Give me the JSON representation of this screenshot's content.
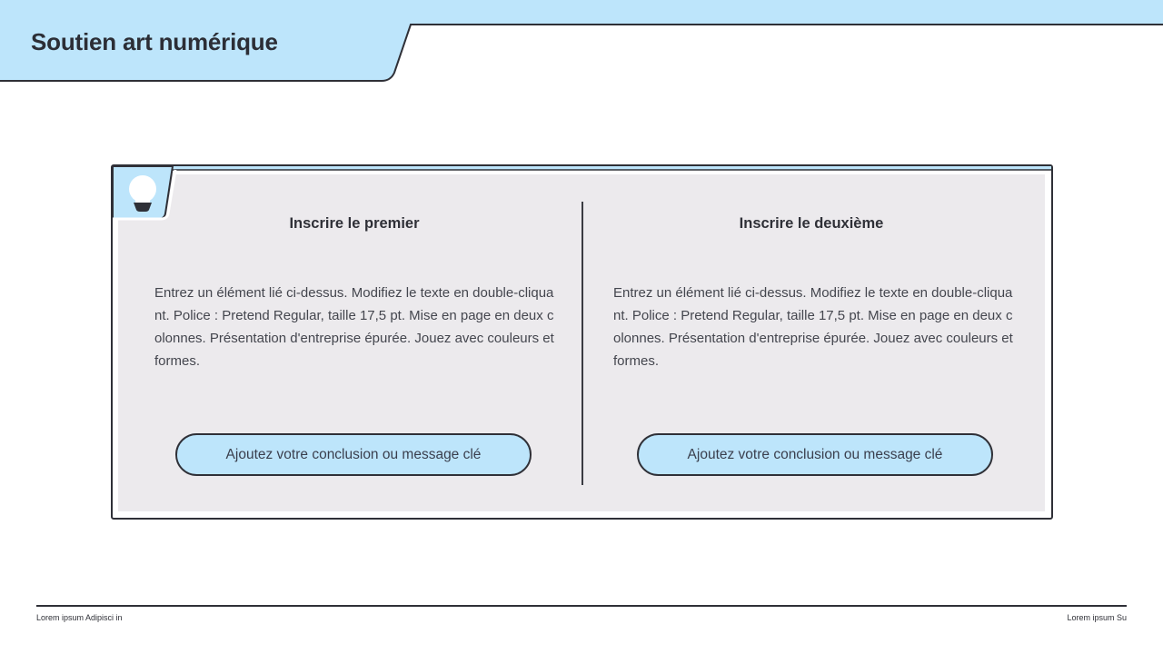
{
  "header": {
    "title": "Soutien art numérique",
    "band_color": "#bde5fb"
  },
  "card": {
    "background": "#eceaed",
    "accent": "#bde5fb",
    "icon": "lightbulb-icon",
    "columns": [
      {
        "title": "Inscrire le premier",
        "body": "Entrez un élément lié ci-dessus. Modifiez le texte en double-cliquant. Police : Pretend Regular, taille 17,5 pt. Mise en page en deux colonnes. Présentation d'entreprise épurée. Jouez avec couleurs et formes.",
        "cta": "Ajoutez votre conclusion ou message clé"
      },
      {
        "title": "Inscrire le deuxième",
        "body": "Entrez un élément lié ci-dessus. Modifiez le texte en double-cliquant. Police : Pretend Regular, taille 17,5 pt. Mise en page en deux colonnes. Présentation d'entreprise épurée. Jouez avec couleurs et formes.",
        "cta": "Ajoutez votre conclusion ou message clé"
      }
    ]
  },
  "footer": {
    "left": "Lorem ipsum Adipisci in",
    "right": "Lorem ipsum Su"
  }
}
